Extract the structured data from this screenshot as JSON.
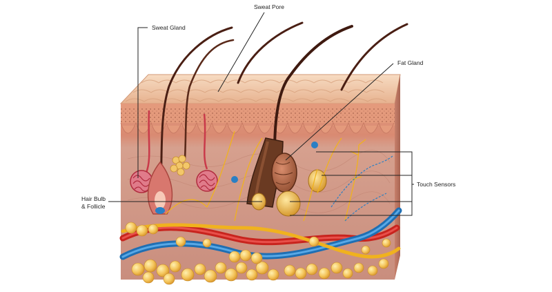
{
  "diagram": {
    "labels": {
      "sweat_pore": "Sweat Pore",
      "sweat_gland": "Sweat Gland",
      "fat_gland": "Fat Gland",
      "touch_sensors": "Touch Sensors",
      "hair_bulb_line1": "Hair Bulb",
      "hair_bulb_line2": "& Follicle"
    },
    "colors": {
      "epidermis_top": "#f2c9a6",
      "epidermis": "#e9a987",
      "dermis": "#d79b86",
      "dermis_dark": "#b8735f",
      "hair": "#4a1f14",
      "artery": "#c8241e",
      "vein": "#2a7fc4",
      "nerve": "#f0b21e",
      "fat": "#f4c45a",
      "leader_line": "#222222"
    }
  }
}
